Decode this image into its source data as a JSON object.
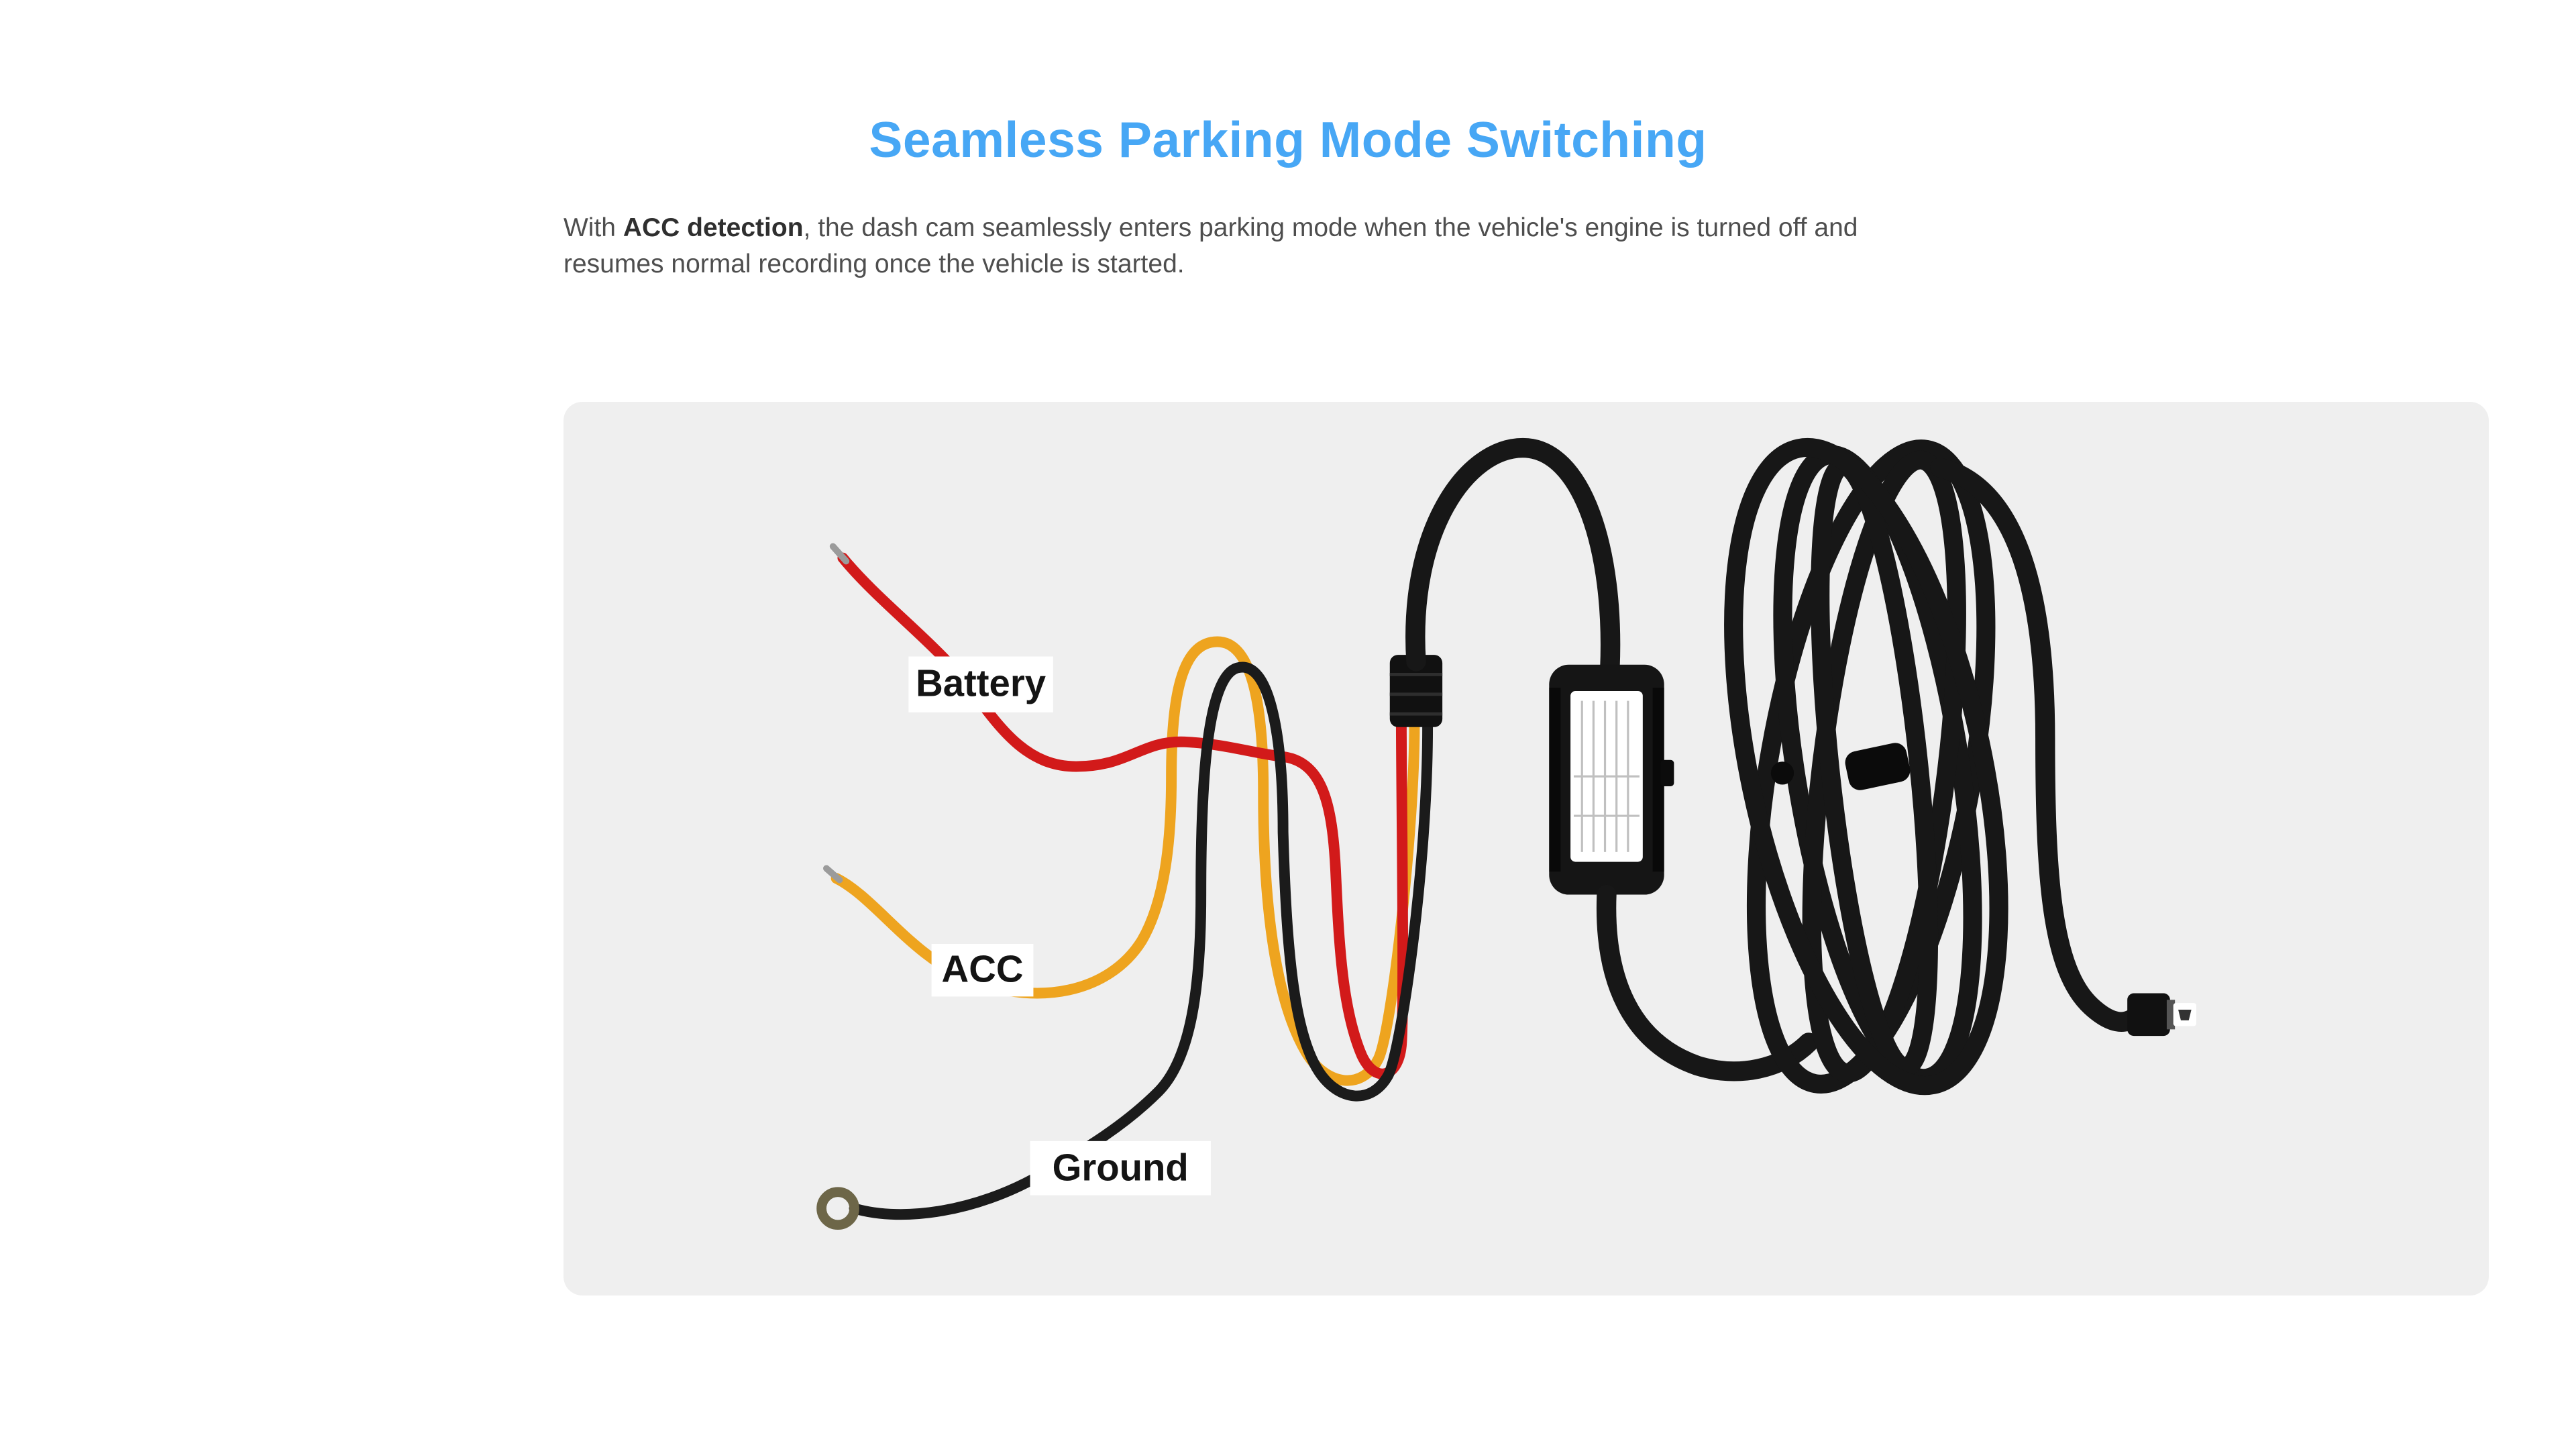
{
  "page": {
    "title": "Seamless Parking Mode Switching",
    "description": {
      "prefix": "With ",
      "bold": "ACC detection",
      "suffix": ", the dash cam seamlessly enters parking mode when the vehicle's engine is turned off and resumes normal recording once the vehicle is started."
    },
    "accent_color": "#47a7f5",
    "text_color": "#4e4e4e",
    "background_color": "#ffffff"
  },
  "diagram": {
    "panel_background": "#efefef",
    "labels": {
      "battery": "Battery",
      "acc": "ACC",
      "ground": "Ground"
    },
    "wire_colors": {
      "battery": "#d21a1a",
      "acc": "#eea41f",
      "ground": "#1b1b1b",
      "cable": "#171717"
    },
    "parts": [
      "battery-wire",
      "acc-wire",
      "ground-wire",
      "ring-terminal",
      "heat-shrink-junction",
      "voltage-converter-module",
      "module-spec-label",
      "cable-coil",
      "cable-tie",
      "mini-usb-connector"
    ]
  }
}
